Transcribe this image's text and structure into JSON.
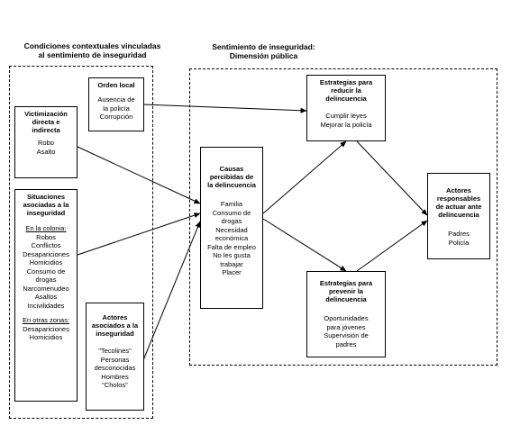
{
  "left_heading": [
    "Condiciones contextuales vinculadas",
    "al sentimiento de inseguridad"
  ],
  "right_heading": [
    "Sentimiento de inseguridad:",
    "Dimensión pública"
  ],
  "boxes": {
    "orden_local": {
      "title": [
        "Orden local"
      ],
      "lines": [
        "Ausencia de",
        "la policía",
        "Corrupción"
      ]
    },
    "victimizacion": {
      "title": [
        "Victimización",
        "directa e",
        "indirecta"
      ],
      "lines": [
        "Robo",
        "Asalto"
      ]
    },
    "situaciones": {
      "title": [
        "Situaciones",
        "asociadas a la",
        "inseguridad"
      ],
      "sub1": "En la colonia:",
      "lines1": [
        "Robos",
        "Conflictos",
        "Desapariciones",
        "Homicidios",
        "Consumo de",
        "drogas",
        "Narcomenudeo",
        "Asaltos",
        "Incivilidades"
      ],
      "sub2": "En otras zonas:",
      "lines2": [
        "Desapariciones",
        "Homicidios"
      ]
    },
    "actores_inseguridad": {
      "title": [
        "Actores",
        "asociados a la",
        "inseguridad"
      ],
      "lines": [
        "\"Tecolines\"",
        "Personas",
        "desconocidas",
        "Hombres",
        "\"Cholos\""
      ]
    },
    "causas": {
      "title": [
        "Causas",
        "percibidas de",
        "la delincuencia"
      ],
      "lines": [
        "Familia",
        "Consumo de",
        "drogas",
        "Necesidad",
        "económica",
        "Falta de empleo",
        "No les gusta",
        "trabajar",
        "Placer"
      ]
    },
    "reducir": {
      "title": [
        "Estrategias para",
        "reducir la",
        "delincuencia"
      ],
      "lines": [
        "Cumplir leyes",
        "Mejorar la policía"
      ]
    },
    "prevenir": {
      "title": [
        "Estrategias para",
        "prevenir la",
        "delincuencia"
      ],
      "lines": [
        "Oportunidades",
        "para jóvenes",
        "Supervisión de",
        "padres"
      ]
    },
    "responsables": {
      "title": [
        "Actores",
        "responsables",
        "de actuar ante",
        "delincuencia"
      ],
      "lines": [
        "Padres",
        "Policía"
      ]
    }
  }
}
